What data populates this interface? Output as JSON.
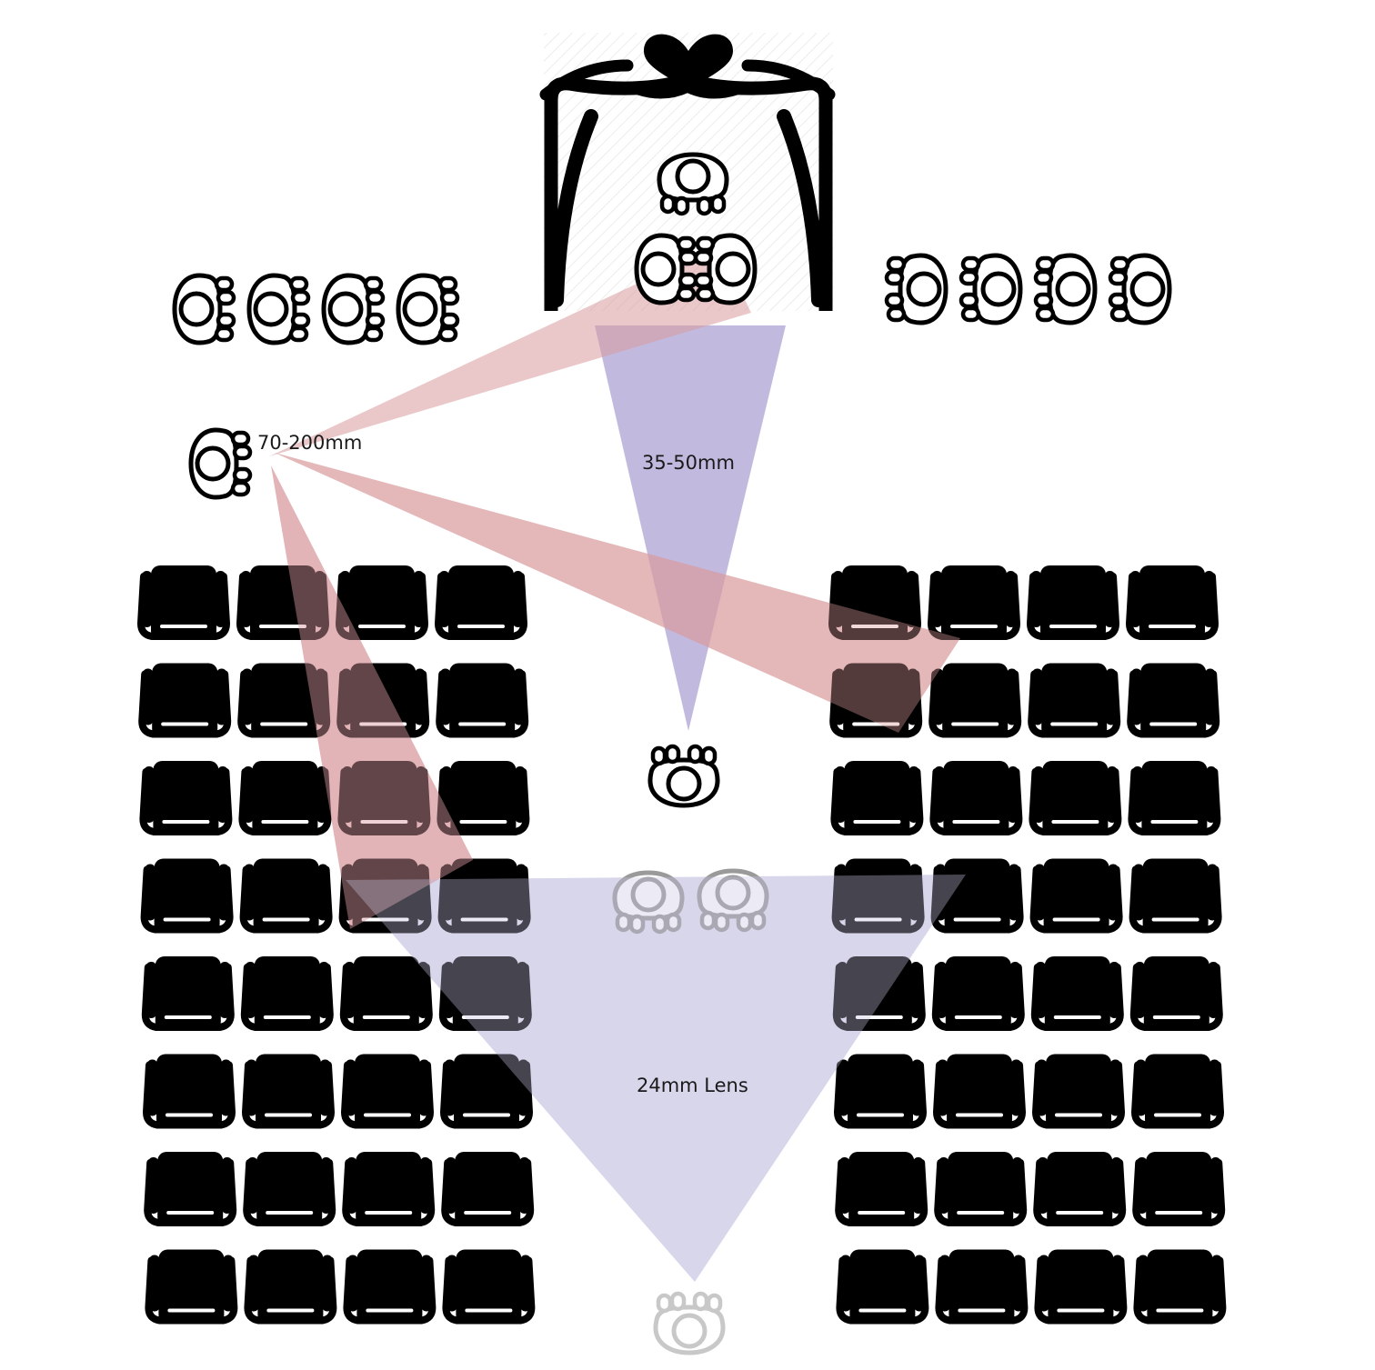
{
  "colors": {
    "ink": "#000000",
    "telephoto_cone": "#d99a9f",
    "standard_cone": "#8f82c2",
    "wide_cone": "#c9c5e3",
    "ghost_figure": "#9a9a9a",
    "faint_figure": "#c8c8c8"
  },
  "labels": {
    "telephoto": "70-200mm",
    "standard": "35-50mm",
    "wide": "24mm Lens"
  },
  "icons": {
    "arch": "wedding-arch-icon",
    "heart": "heart-icon",
    "person": "person-top-view-icon",
    "chair": "chair-top-view-icon"
  },
  "seating": {
    "sections": 2,
    "rows_per_section": 8,
    "chairs_per_row": 4
  }
}
